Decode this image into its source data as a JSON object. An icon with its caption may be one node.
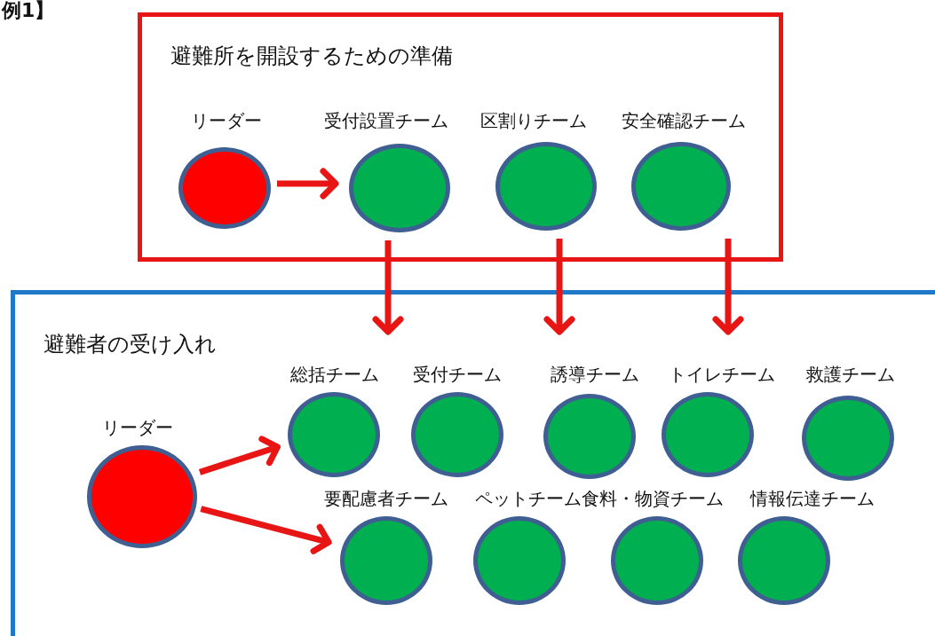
{
  "diagram": {
    "nodes": [
      {
        "text": [
          "避難所を開設するための準備"
        ]
      },
      {
        "text": [
          "リーダー"
        ],
        "in": 0
      },
      {
        "text": [
          "受付設置チーム"
        ],
        "in": 0
      },
      {
        "text": [
          "区割りチーム"
        ],
        "in": 0
      },
      {
        "text": [
          "安全確認チーム"
        ],
        "in": 0
      },
      {
        "text": [
          "避難者の受け入れ"
        ]
      },
      {
        "text": [
          "リーダー"
        ],
        "in": 5
      },
      {
        "text": [
          "総括チーム"
        ],
        "in": 5
      },
      {
        "text": [
          "受付チーム"
        ],
        "in": 5
      },
      {
        "text": [
          "誘導チーム"
        ],
        "in": 5
      },
      {
        "text": [
          "トイレチーム"
        ],
        "in": 5
      },
      {
        "text": [
          "救護チーム"
        ],
        "in": 5
      },
      {
        "text": [
          "要配慮者チーム"
        ],
        "in": 5
      },
      {
        "text": [
          "ペットチーム"
        ],
        "in": 5
      },
      {
        "text": [
          "食料・物資チーム"
        ],
        "in": 5
      },
      {
        "text": [
          "情報伝達チーム"
        ],
        "in": 5
      }
    ],
    "edges": [
      {
        "from": 1,
        "to": 2,
        "arrow": "to"
      },
      {
        "from": 2,
        "to": 7,
        "arrow": "to"
      },
      {
        "from": 3,
        "to": 9,
        "arrow": "to"
      },
      {
        "from": 4,
        "to": 10,
        "arrow": "to"
      },
      {
        "from": 6,
        "to": 7,
        "arrow": "to"
      },
      {
        "from": 6,
        "to": 12,
        "arrow": "to"
      }
    ],
    "labels": [
      "例1】"
    ]
  }
}
